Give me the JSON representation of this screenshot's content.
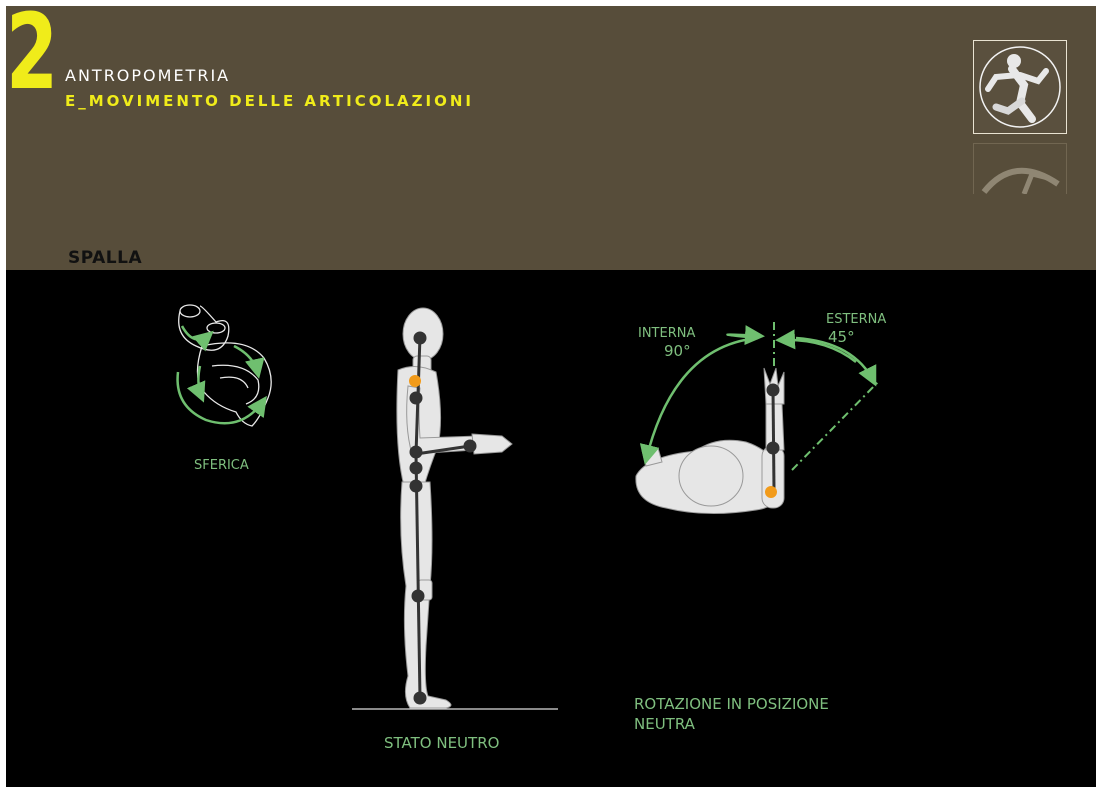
{
  "header": {
    "chapter_number": "2",
    "title": "ANTROPOMETRIA",
    "subtitle": "E_MOVIMENTO DELLE ARTICOLAZIONI",
    "logo_icon": "running-man-icon"
  },
  "section_title": "SPALLA",
  "joint_diagram": {
    "caption": "SFERICA"
  },
  "standing_figure": {
    "caption": "STATO NEUTRO"
  },
  "rotation_diagram": {
    "internal_label": "INTERNA",
    "internal_value": "90°",
    "external_label": "ESTERNA",
    "external_value": "45°",
    "caption": "ROTAZIONE  IN POSIZIONE NEUTRA"
  },
  "colors": {
    "header_bg": "#574d3a",
    "accent_yellow": "#f0ec1a",
    "arrow_green": "#6fbf6f",
    "joint_orange": "#f29b1a"
  }
}
